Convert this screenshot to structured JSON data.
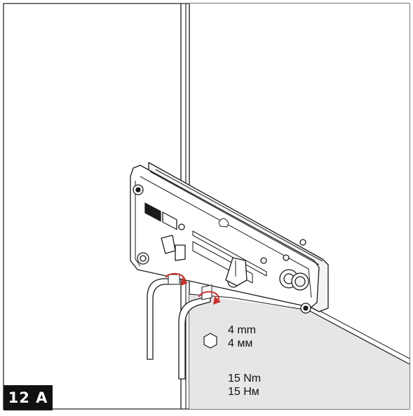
{
  "step": {
    "label": "12 A"
  },
  "hex_key": {
    "size_en": "4 mm",
    "size_ru": "4 мм",
    "icon": "hexagon-icon"
  },
  "torque": {
    "value_en": "15 Nm",
    "value_ru": "15 Нм"
  },
  "colors": {
    "line": "#1a1a1a",
    "glass": "#e6e6e6",
    "rotate_arrow": "#c8322c",
    "badge": "#111111"
  }
}
